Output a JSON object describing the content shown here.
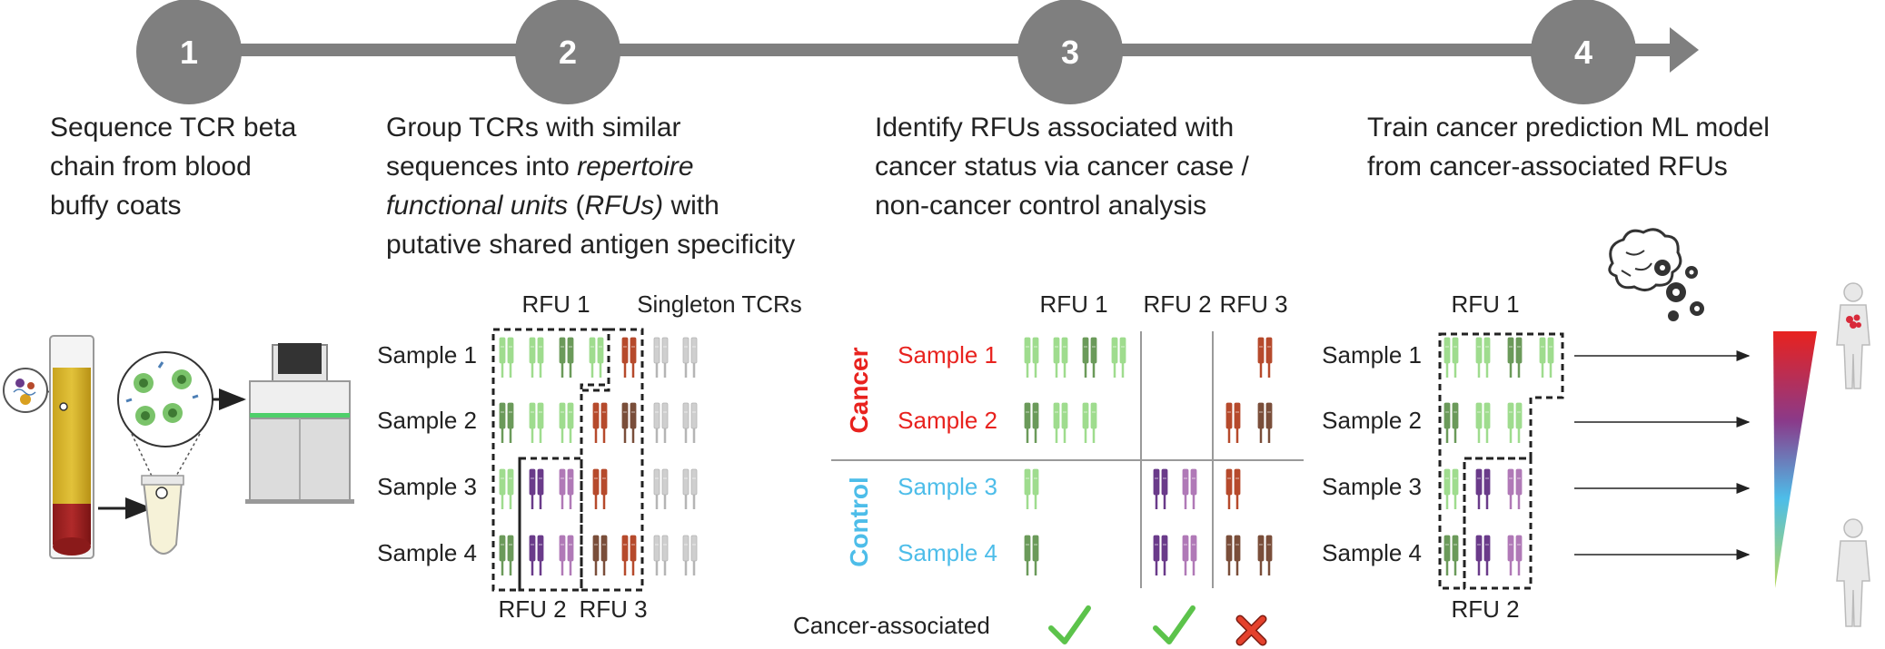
{
  "steps": [
    {
      "number": "1",
      "lines": [
        "Sequence TCR beta",
        "chain from blood",
        "buffy coats"
      ]
    },
    {
      "number": "2",
      "lines": [
        "Group TCRs with similar",
        "sequences into |repertoire|",
        "|functional units| (|RFUs)| with",
        "putative shared antigen specificity"
      ]
    },
    {
      "number": "3",
      "lines": [
        "Identify RFUs associated with",
        "cancer status via cancer case /",
        "non-cancer control analysis"
      ]
    },
    {
      "number": "4",
      "lines": [
        "Train cancer prediction ML model",
        "from cancer-associated RFUs"
      ]
    }
  ],
  "panel2": {
    "rfu1_label": "RFU 1",
    "rfu2_label": "RFU 2",
    "rfu3_label": "RFU 3",
    "singleton_label": "Singleton TCRs",
    "samples": [
      "Sample 1",
      "Sample 2",
      "Sample 3",
      "Sample 4"
    ]
  },
  "panel3": {
    "headers": [
      "RFU 1",
      "RFU 2",
      "RFU 3"
    ],
    "groups": [
      {
        "label": "Cancer",
        "color": "#e8221e",
        "samples": [
          "Sample 1",
          "Sample 2"
        ]
      },
      {
        "label": "Control",
        "color": "#4dbde9",
        "samples": [
          "Sample 3",
          "Sample 4"
        ]
      }
    ],
    "association_label": "Cancer-associated",
    "association": [
      "yes",
      "yes",
      "no"
    ]
  },
  "panel4": {
    "rfu1_label": "RFU 1",
    "rfu2_label": "RFU 2",
    "samples": [
      "Sample 1",
      "Sample 2",
      "Sample 3",
      "Sample 4"
    ]
  },
  "colors": {
    "light_green": "#9fdc8e",
    "green": "#79c96a",
    "dark_green": "#6b9a5a",
    "purple": "#6a3b8a",
    "pink": "#b079b7",
    "brown": "#7a4e3a",
    "orange_red": "#b64a2c",
    "grey": "#cfcfcf",
    "timeline": "#7f7f7f",
    "check": "#5cc34b",
    "cross": "#e4412c"
  }
}
